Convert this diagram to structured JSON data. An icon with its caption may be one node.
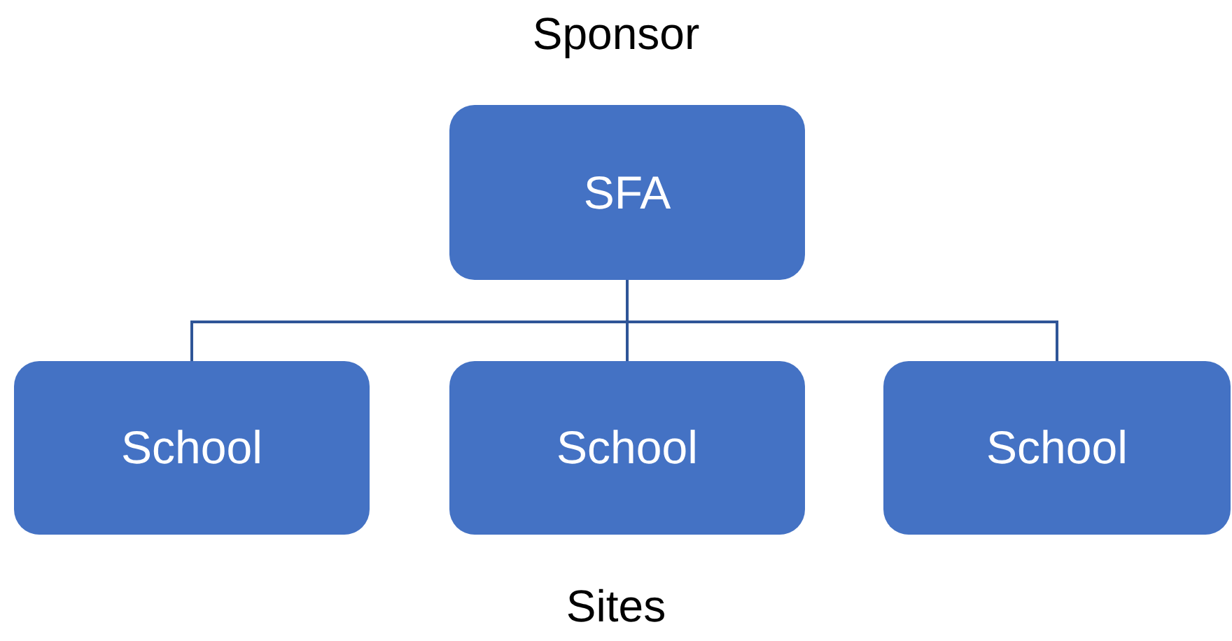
{
  "diagram": {
    "nodes": [
      {
        "text": [
          "SFA"
        ]
      },
      {
        "text": [
          "School"
        ]
      },
      {
        "text": [
          "School"
        ]
      },
      {
        "text": [
          "School"
        ]
      }
    ],
    "edges": [
      {
        "from": 0,
        "to": 1,
        "arrow": "none"
      },
      {
        "from": 0,
        "to": 2,
        "arrow": "none"
      },
      {
        "from": 0,
        "to": 3,
        "arrow": "none"
      }
    ],
    "labels": [
      "Sponsor",
      "Sites"
    ]
  }
}
